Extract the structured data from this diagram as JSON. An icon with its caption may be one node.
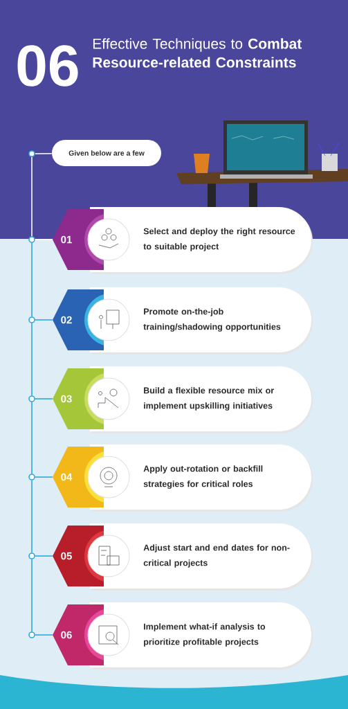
{
  "diagram": {
    "title": "Effective Techniques to **Combat Resource-related Constraints**",
    "labels": [
      "06"
    ],
    "nodes": [
      {
        "text": [
          "Given below are a few"
        ]
      },
      {
        "text": [
          "01",
          "Select and deploy the right resource to suitable project"
        ]
      },
      {
        "text": [
          "02",
          "Promote on-the-job training/shadowing opportunities"
        ]
      },
      {
        "text": [
          "03",
          "Build a flexible resource mix or implement upskilling initiatives"
        ]
      },
      {
        "text": [
          "04",
          "Apply out-rotation or backfill strategies for critical roles"
        ]
      },
      {
        "text": [
          "05",
          "Adjust start and end dates for non-critical projects"
        ]
      },
      {
        "text": [
          "06",
          "Implement what-if analysis to prioritize profitable projects"
        ]
      },
      {
        "text": [],
        "shape": "circle"
      },
      {
        "text": [],
        "shape": "circle"
      },
      {
        "text": [],
        "shape": "circle"
      },
      {
        "text": [],
        "shape": "circle"
      },
      {
        "text": [],
        "shape": "circle"
      },
      {
        "text": [],
        "shape": "circle"
      },
      {
        "text": [],
        "shape": "circle"
      }
    ],
    "edges": [
      {
        "from": 7,
        "to": 0,
        "arrow": "none",
        "color": "#ffffff"
      },
      {
        "from": 7,
        "to": 8,
        "arrow": "none",
        "color": "#ffffff"
      },
      {
        "from": 8,
        "to": 1,
        "arrow": "none",
        "color": "#ffffff"
      },
      {
        "from": 8,
        "to": 9,
        "arrow": "none"
      },
      {
        "from": 9,
        "to": 2,
        "arrow": "none"
      },
      {
        "from": 9,
        "to": 10,
        "arrow": "none"
      },
      {
        "from": 10,
        "to": 3,
        "arrow": "none"
      },
      {
        "from": 10,
        "to": 11,
        "arrow": "none"
      },
      {
        "from": 11,
        "to": 4,
        "arrow": "none"
      },
      {
        "from": 11,
        "to": 12,
        "arrow": "none"
      },
      {
        "from": 12,
        "to": 5,
        "arrow": "none"
      },
      {
        "from": 12,
        "to": 13,
        "arrow": "none"
      },
      {
        "from": 13,
        "to": 6,
        "arrow": "none"
      }
    ]
  }
}
